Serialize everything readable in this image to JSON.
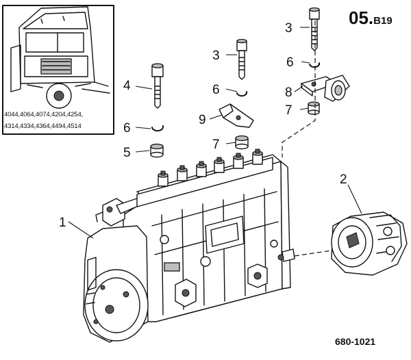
{
  "page_code": {
    "main": "05.",
    "sub": "B19"
  },
  "models": [
    "4044,4064,4074,4204,4254,",
    "4314,4334,4364,4494,4514"
  ],
  "document_ref": "680-1021",
  "callouts": {
    "c1": "1",
    "c2": "2",
    "c3a": "3",
    "c3b": "3",
    "c4": "4",
    "c5": "5",
    "c6a": "6",
    "c6b": "6",
    "c6c": "6",
    "c7a": "7",
    "c7b": "7",
    "c8": "8",
    "c9": "9"
  }
}
